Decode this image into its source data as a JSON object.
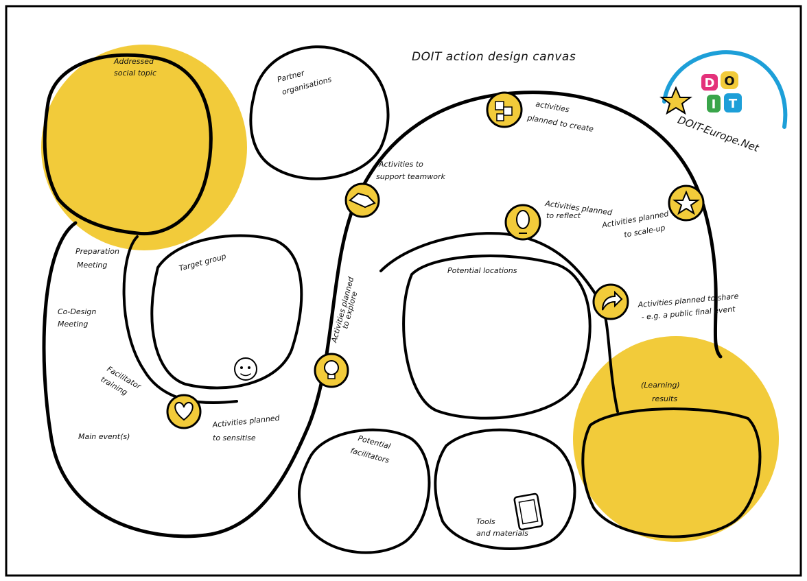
{
  "canvas": {
    "title": "DOIT action design canvas",
    "accent_color": "#F2CB3A",
    "line_color": "#000000"
  },
  "logo": {
    "letters": [
      "D",
      "O",
      "I",
      "T"
    ],
    "url_text": "DOIT-Europe.Net",
    "star_icon": "star-icon"
  },
  "areas": {
    "social_topic": [
      "Addressed",
      "social topic"
    ],
    "partners": [
      "Partner",
      "organisations"
    ],
    "target_group": "Target group",
    "potential_locations": "Potential locations",
    "potential_facilitators": [
      "Potential",
      "facilitators"
    ],
    "tools": [
      "Tools",
      "and materials"
    ],
    "results": [
      "(Learning)",
      "results"
    ]
  },
  "phases": {
    "preparation": [
      "Preparation",
      "Meeting"
    ],
    "codesign": [
      "Co-Design",
      "Meeting"
    ],
    "facilitator": [
      "Facilitator",
      "training"
    ],
    "main_event": "Main event(s)"
  },
  "activities": {
    "sensitise": {
      "label": [
        "Activities planned",
        "to sensitise"
      ],
      "icon": "heart-icon"
    },
    "explore": {
      "label": [
        "Activities planned",
        "to explore"
      ],
      "icon": "lightbulb-icon"
    },
    "teamwork": {
      "label": [
        "Activities to",
        "support teamwork"
      ],
      "icon": "handshake-icon"
    },
    "create": {
      "label": [
        "activities",
        "planned to create"
      ],
      "icon": "blocks-icon"
    },
    "reflect": {
      "label": [
        "Activities planned",
        "to reflect"
      ],
      "icon": "mirror-icon"
    },
    "scaleup": {
      "label": [
        "Activities planned",
        "to scale-up"
      ],
      "icon": "star-icon"
    },
    "share": {
      "label": [
        "Activities planned to share",
        "- e.g. a public final event"
      ],
      "icon": "share-arrow-icon"
    }
  },
  "decorations": {
    "child": "child-face-icon",
    "tablet": "tablet-icon"
  }
}
